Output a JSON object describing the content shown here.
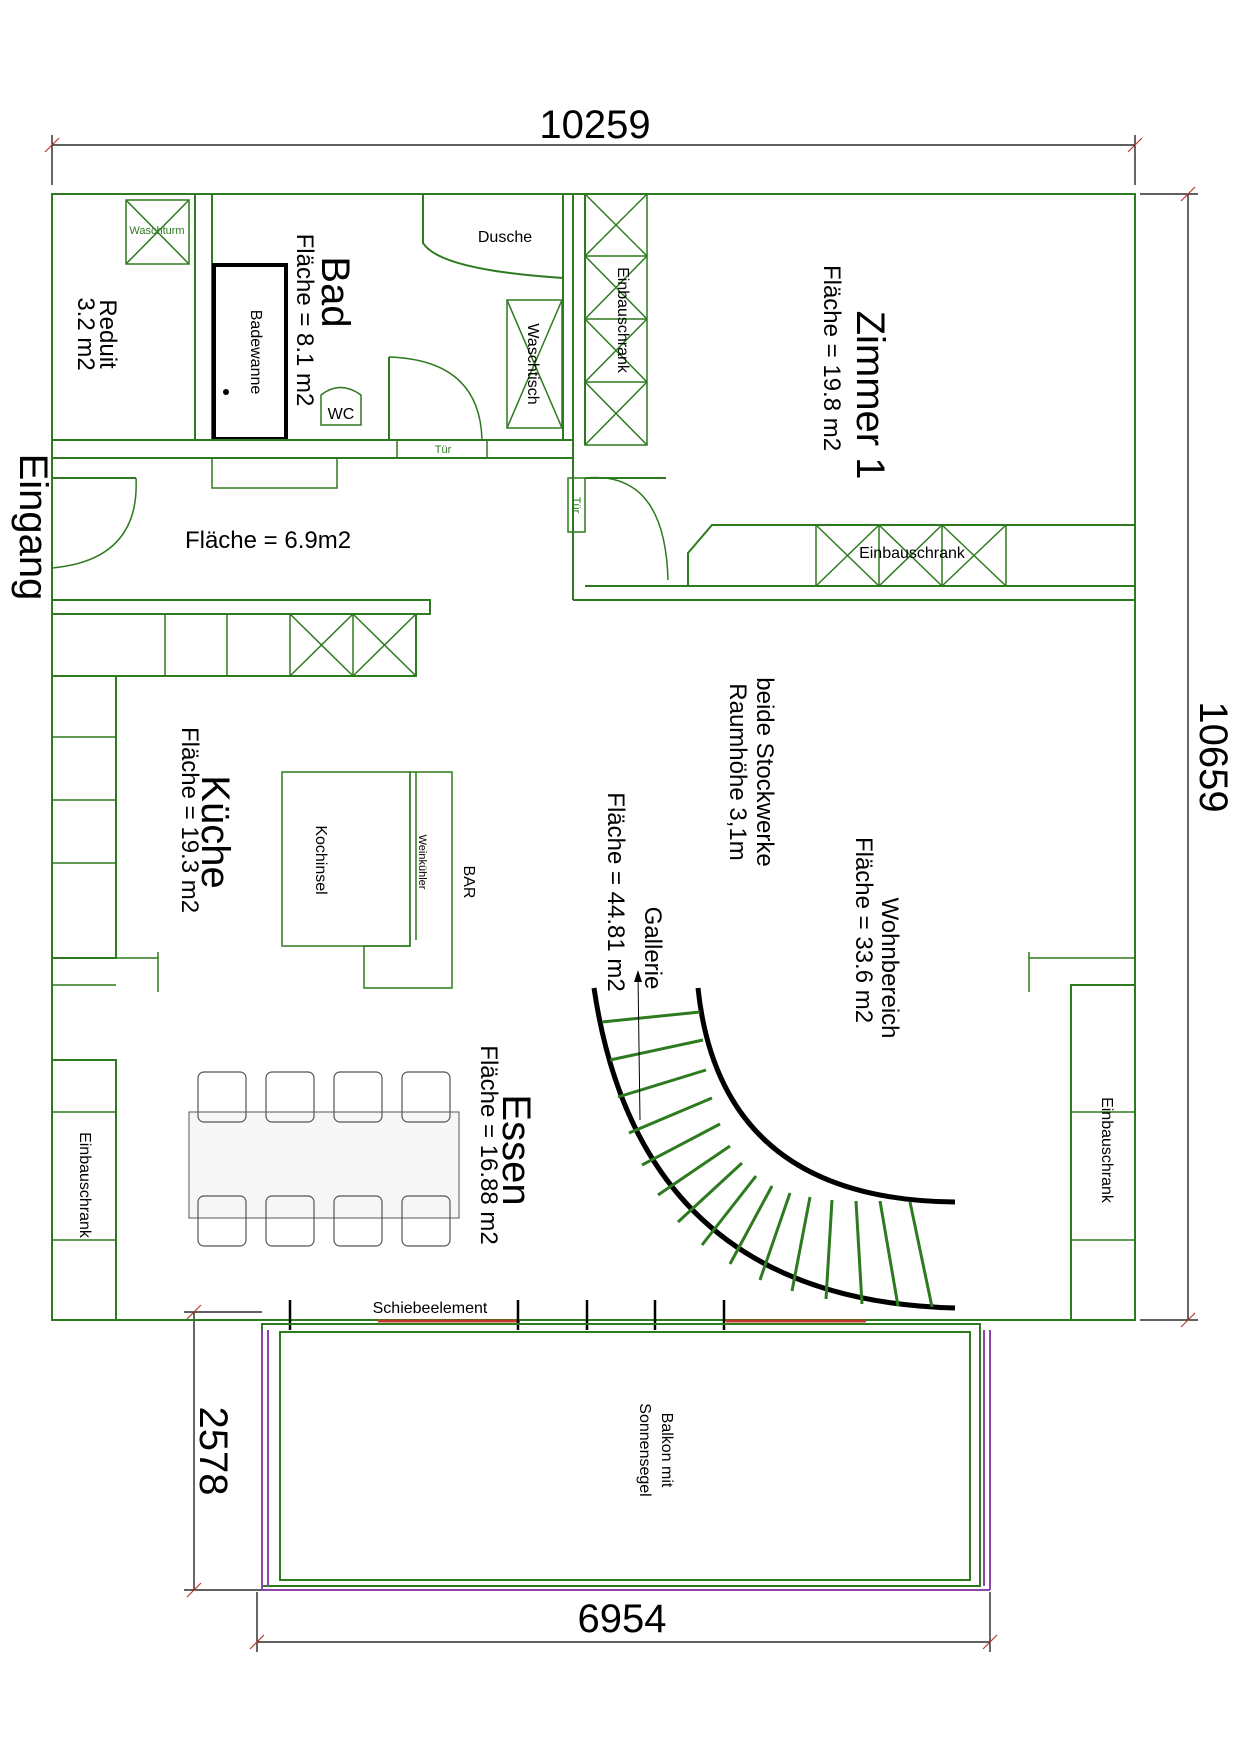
{
  "dimensions": {
    "top": "10259",
    "right": "10659",
    "balcony_depth": "2578",
    "balcony_width": "6954"
  },
  "rooms": {
    "reduit_name": "Reduit",
    "reduit_area": "3.2 m2",
    "waschturm": "Waschturm",
    "badewanne": "Badewanne",
    "bad_name": "Bad",
    "bad_area": "Fläche = 8.1 m2",
    "dusche": "Dusche",
    "wc": "WC",
    "waschtisch": "Waschtisch",
    "tuer_bad": "Tür",
    "einbauschrank_top": "Einbauschrank",
    "zimmer_name": "Zimmer 1",
    "zimmer_area": "Fläche = 19.8 m2",
    "tuer_zimmer": "Tür",
    "einbauschrank_zimmer": "Einbauschrank",
    "eingang": "Eingang",
    "flur_area": "Fläche = 6.9m2",
    "kueche_name": "Küche",
    "kueche_area": "Fläche = 19.3 m2",
    "kochinsel": "Kochinsel",
    "weinkuehler": "Weinkühler",
    "bar": "BAR",
    "beide_1": "beide Stockwerke",
    "beide_2": "Raumhöhe 3,1m",
    "galerie_area": "Fläche = 44.81 m2",
    "galerie_name": "Gallerie",
    "wohn_name": "Wohnbereich",
    "wohn_area": "Fläche = 33.6 m2",
    "einbauschrank_left": "Einbauschrank",
    "einbauschrank_right": "Einbauschrank",
    "essen_name": "Essen",
    "essen_area": "Fläche = 16.88 m2",
    "schiebeelement": "Schiebeelement",
    "balkon_1": "Balkon mit",
    "balkon_2": "Sonnensegel"
  },
  "colors": {
    "wall": "#2d7a1f",
    "dimension": "#000000",
    "railing": "#8e44ad",
    "sliding": "#c0392b"
  }
}
